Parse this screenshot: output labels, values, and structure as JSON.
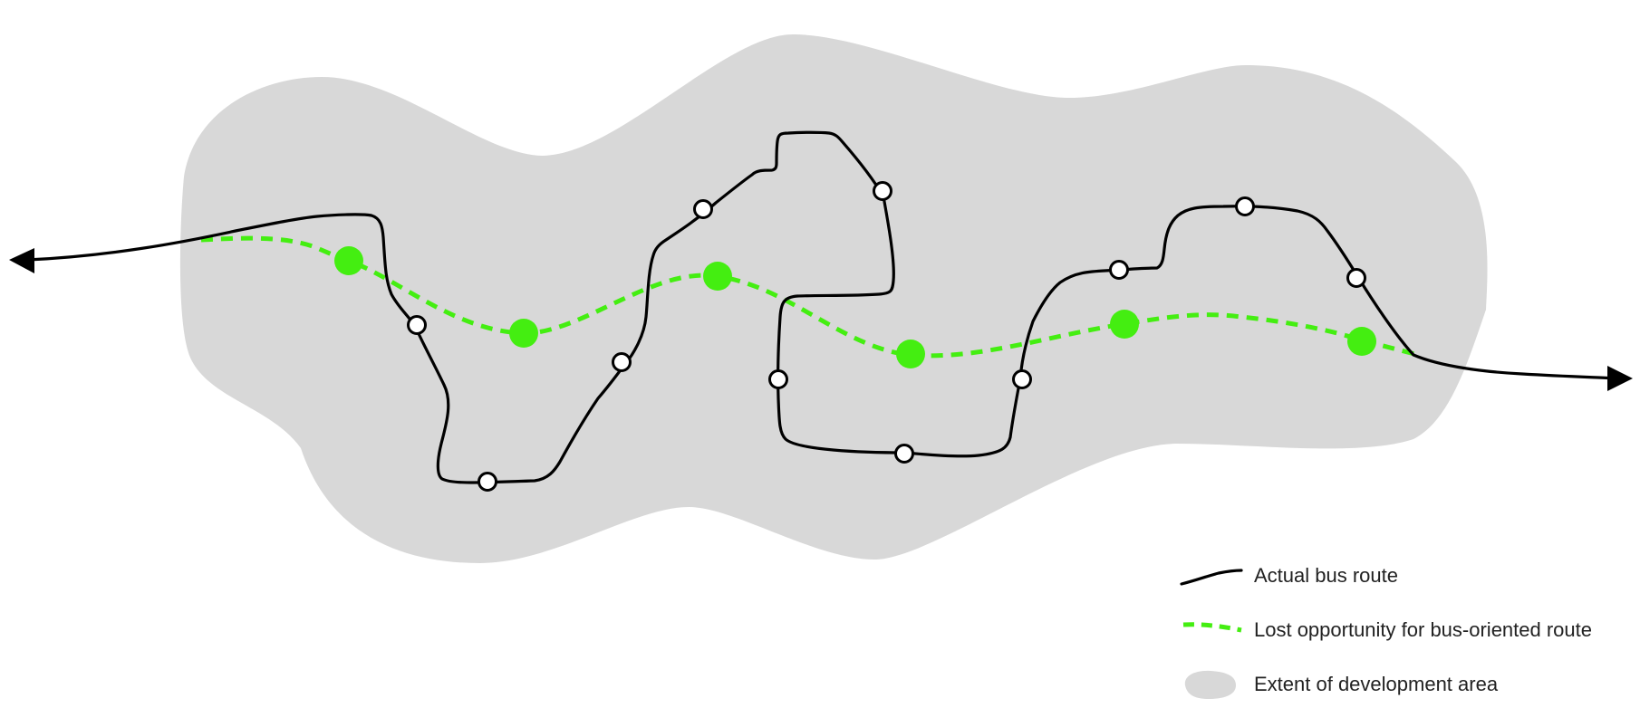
{
  "colors": {
    "development_area": "#d8d8d8",
    "actual_route": "#000000",
    "lost_route": "#44ee11",
    "actual_stop_fill": "#ffffff",
    "lost_stop_fill": "#44ee11"
  },
  "legend": {
    "actual_route": "Actual bus route",
    "lost_route": "Lost opportunity for bus-oriented route",
    "development_area": "Extent of development area"
  }
}
